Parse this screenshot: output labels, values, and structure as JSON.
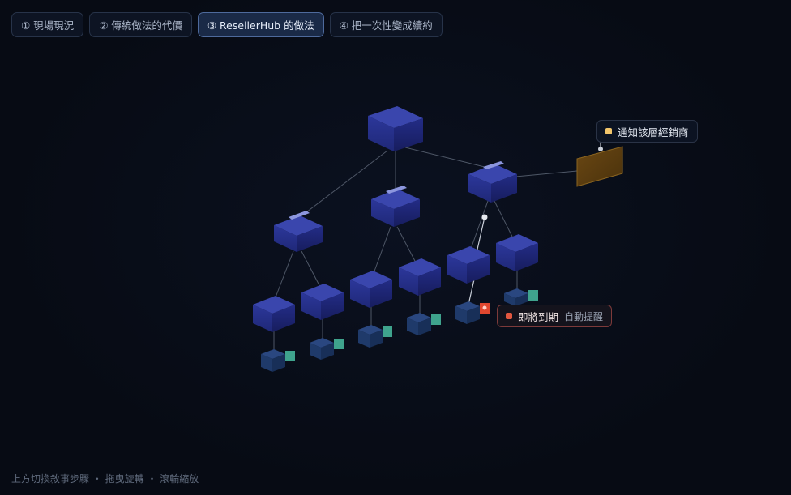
{
  "tabs": [
    {
      "label": "① 現場現況",
      "active": false
    },
    {
      "label": "② 傳統做法的代價",
      "active": false
    },
    {
      "label": "③ ResellerHub 的做法",
      "active": true
    },
    {
      "label": "④ 把一次性變成續約",
      "active": false
    }
  ],
  "callouts": {
    "notify": {
      "label": "通知該層經銷商",
      "dot_color": "#f2c56b"
    },
    "expire": {
      "label": "即將到期",
      "sub_label": "自動提醒",
      "dot_color": "#e2573f"
    }
  },
  "footer": {
    "hint": "上方切換敘事步驟 ・ 拖曳旋轉 ・ 滾輪縮放"
  },
  "colors": {
    "box_front": "#252f8c",
    "box_side": "#1b2270",
    "box_top": "#3a46ad",
    "leaf": "#1f3a6a",
    "leaf_tag": "#3fa38d",
    "alert": "#e0472f",
    "notify_panel": "#5a3d10",
    "edge": "#5b6474"
  }
}
